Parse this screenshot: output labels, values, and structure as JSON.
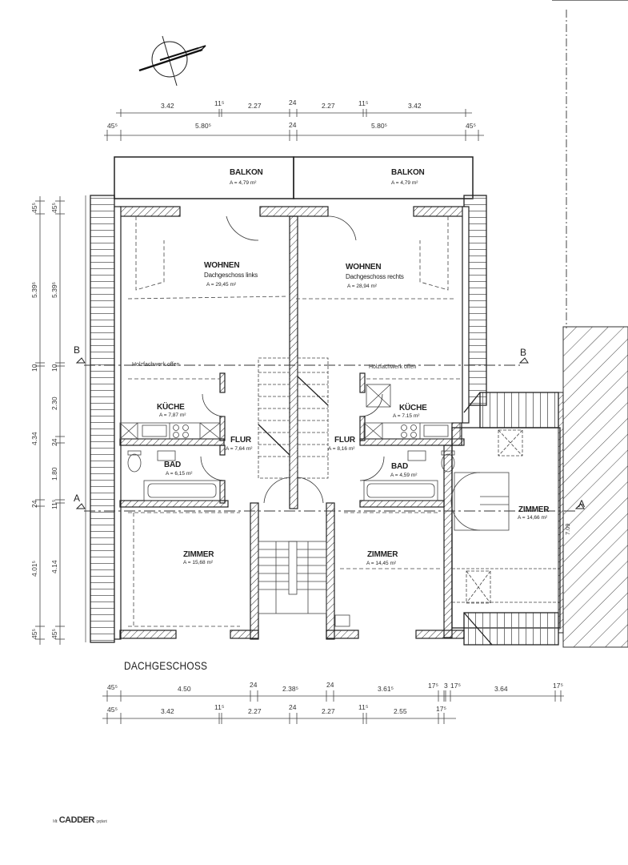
{
  "drawing": {
    "title": "DACHGESCHOSS",
    "north_arrow": "north-arrow-icon",
    "section_markers": {
      "a": "A",
      "b": "B"
    },
    "logo": {
      "prefix": "Mit",
      "brand": "CADDER",
      "suffix": "geplant"
    }
  },
  "rooms": [
    {
      "id": "balkon-links",
      "name": "BALKON",
      "area": "A = 4,79 m²"
    },
    {
      "id": "balkon-rechts",
      "name": "BALKON",
      "area": "A = 4,79 m²"
    },
    {
      "id": "wohnen-links",
      "name": "WOHNEN",
      "subtitle": "Dachgeschoss links",
      "area": "A = 29,45 m²"
    },
    {
      "id": "wohnen-rechts",
      "name": "WOHNEN",
      "subtitle": "Dachgeschoss rechts",
      "area": "A = 28,94 m²"
    },
    {
      "id": "kueche-links",
      "name": "KÜCHE",
      "area": "A = 7,87 m²"
    },
    {
      "id": "kueche-rechts",
      "name": "KÜCHE",
      "area": "A = 7.15 m²"
    },
    {
      "id": "flur-links",
      "name": "FLUR",
      "area": "A = 7,64 m²"
    },
    {
      "id": "flur-rechts",
      "name": "FLUR",
      "area": "A = 8,16 m²"
    },
    {
      "id": "bad-links",
      "name": "BAD",
      "area": "A = 6,15 m²"
    },
    {
      "id": "bad-rechts",
      "name": "BAD",
      "area": "A = 4,59 m²"
    },
    {
      "id": "zimmer-links",
      "name": "ZIMMER",
      "area": "A = 15,68 m²"
    },
    {
      "id": "zimmer-mitte",
      "name": "ZIMMER",
      "area": "A = 14,45 m²"
    },
    {
      "id": "zimmer-rechts",
      "name": "ZIMMER",
      "area": "A = 14,66 m²"
    }
  ],
  "notes": {
    "holzfachwerk_links": "Holzfachwerk offen",
    "holzfachwerk_rechts": "Holzfachwerk offen",
    "side_dim": "7.09"
  },
  "dimensions": {
    "top_row1": [
      "3.42",
      "11⁵",
      "2.27",
      "24",
      "2.27",
      "11⁵",
      "3.42"
    ],
    "top_row2": [
      "45⁵",
      "5.80⁵",
      "24",
      "5.80⁵",
      "45⁵"
    ],
    "left_outer": [
      "45⁵",
      "5.39⁵",
      "10",
      "4.34",
      "24",
      "4.01⁵",
      "45⁵"
    ],
    "left_inner": [
      "45⁵",
      "5.39⁵",
      "10",
      "2.30",
      "24",
      "1.80",
      "11⁵",
      "4.14",
      "45⁵"
    ],
    "bottom_row1": [
      "45⁵",
      "4.50",
      "24",
      "2.38⁵",
      "24",
      "3.61⁵",
      "17⁵",
      "3",
      "17⁵",
      "3.64",
      "17⁵"
    ],
    "bottom_row2": [
      "45⁵",
      "3.42",
      "11⁵",
      "2.27",
      "24",
      "2.27",
      "11⁵",
      "2.55",
      "17⁵"
    ]
  }
}
